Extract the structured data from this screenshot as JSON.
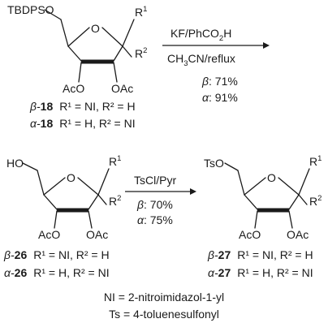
{
  "top": {
    "protecting_group": "TBDPSO",
    "ring_oxygen": "O",
    "r1": "R",
    "r1_sup": "1",
    "r2": "R",
    "r2_sup": "2",
    "ac3": "AcO",
    "ac2": "OAc",
    "reagent": "KF/PhCO",
    "reagent_sub": "2",
    "reagent_tail": "H",
    "solvent_a": "CH",
    "solvent_sub": "3",
    "solvent_b": "CN/reflux",
    "beta_sym": "β",
    "beta_yield": ": 71%",
    "alpha_sym": "α",
    "alpha_yield": ": 91%",
    "c1_prefix": "β-",
    "c1_num": "18",
    "c1_desc": "R¹ = NI, R² = H",
    "c2_prefix": "α-",
    "c2_num": "18",
    "c2_desc": "R¹ = H, R² = NI"
  },
  "middle_left": {
    "head": "HO",
    "ring_oxygen": "O",
    "r1": "R",
    "r1_sup": "1",
    "r2": "R",
    "r2_sup": "2",
    "ac3": "AcO",
    "ac2": "OAc",
    "c1_prefix": "β-",
    "c1_num": "26",
    "c1_desc": "R¹ = NI, R² = H",
    "c2_prefix": "α-",
    "c2_num": "26",
    "c2_desc": "R¹ = H, R² = NI"
  },
  "middle_arrow": {
    "reagent": "TsCl/Pyr",
    "beta_sym": "β",
    "beta_yield": ": 70%",
    "alpha_sym": "α",
    "alpha_yield": ": 75%"
  },
  "middle_right": {
    "head": "TsO",
    "ring_oxygen": "O",
    "r1": "R",
    "r1_sup": "1",
    "r2": "R",
    "r2_sup": "2",
    "ac3": "AcO",
    "ac2": "OAc",
    "c1_prefix": "β-",
    "c1_num": "27",
    "c1_desc": "R¹ = NI, R² = H",
    "c2_prefix": "α-",
    "c2_num": "27",
    "c2_desc": "R¹ = H, R² = NI"
  },
  "footnotes": {
    "ni": "NI = 2-nitroimidazol-1-yl",
    "ts": "Ts = 4-toluenesulfonyl"
  }
}
